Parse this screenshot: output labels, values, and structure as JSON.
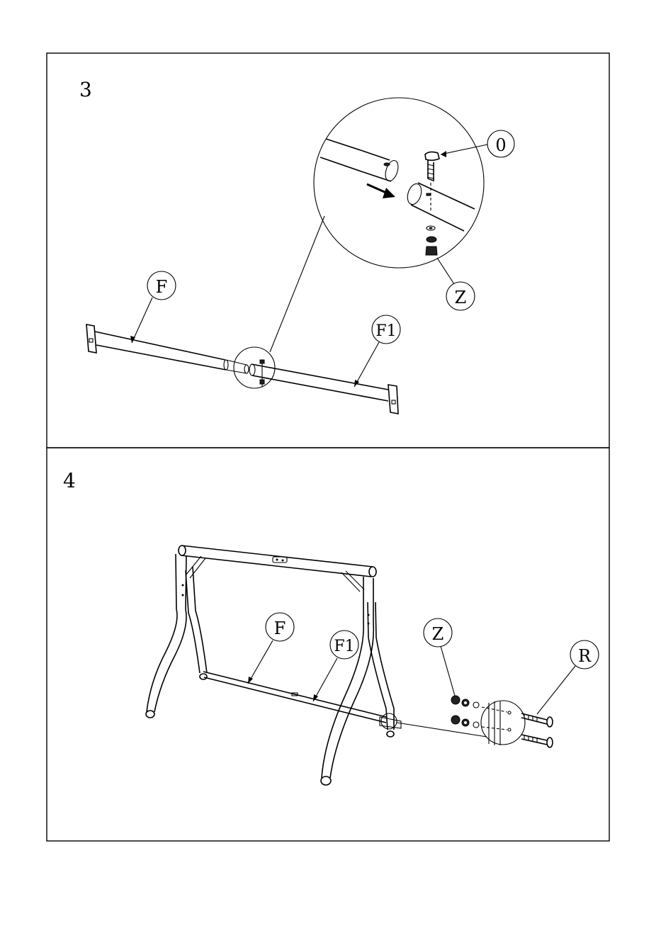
{
  "steps": [
    {
      "number": "3",
      "callouts": {
        "part_f": "F",
        "part_f1": "F1",
        "part_o": "0",
        "part_z": "Z"
      }
    },
    {
      "number": "4",
      "callouts": {
        "part_f": "F",
        "part_f1": "F1",
        "part_z": "Z",
        "part_r": "R"
      }
    }
  ]
}
